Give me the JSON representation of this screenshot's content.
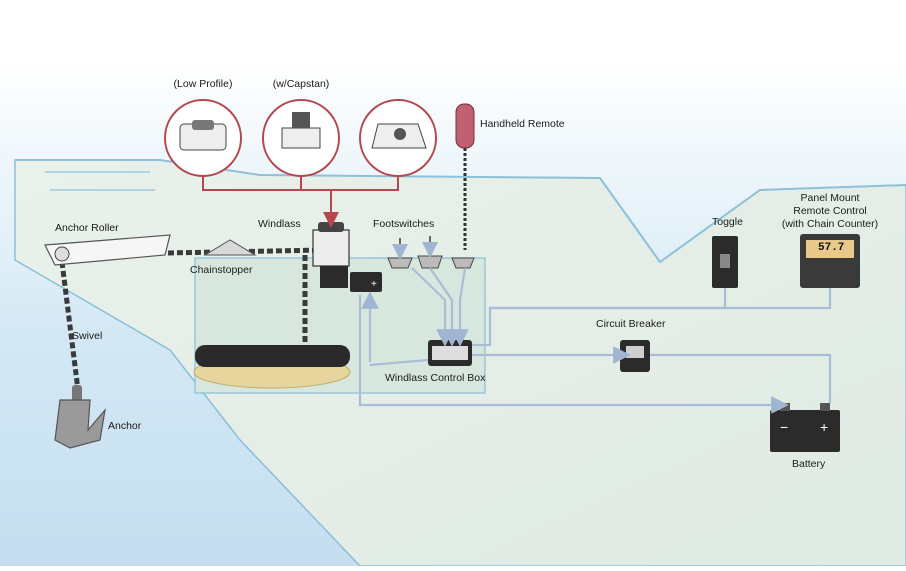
{
  "windlass_variants": [
    {
      "label": "(Low Profile)"
    },
    {
      "label": "(w/Capstan)"
    },
    {
      "label": ""
    }
  ],
  "labels": {
    "handheld_remote": "Handheld Remote",
    "anchor_roller": "Anchor Roller",
    "windlass": "Windlass",
    "footswitches": "Footswitches",
    "toggle": "Toggle",
    "panel_mount_line1": "Panel Mount",
    "panel_mount_line2": "Remote Control",
    "panel_mount_line3": "(with Chain Counter)",
    "chainstopper": "Chainstopper",
    "swivel": "Swivel",
    "circuit_breaker": "Circuit Breaker",
    "windlass_control_box": "Windlass Control Box",
    "anchor": "Anchor",
    "battery": "Battery"
  },
  "panel_readout": "57.7",
  "colors": {
    "sea_blue": "#cfe6f3",
    "hull_fill": "#e3eee6",
    "wire_blue": "#a9bdd6",
    "variant_link": "#b5484e",
    "outline": "#8ec1d9",
    "rope": "#e6d59c"
  }
}
